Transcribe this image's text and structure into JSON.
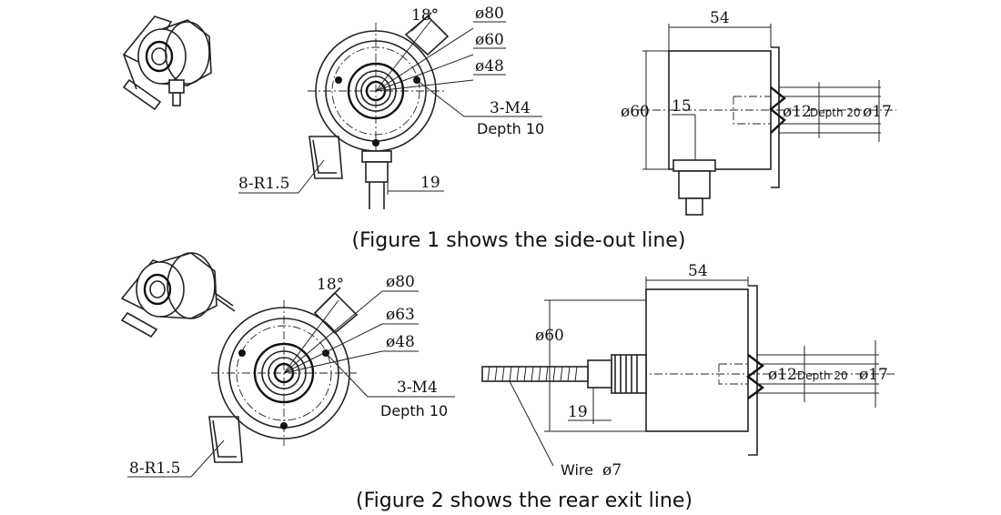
{
  "figure1": {
    "caption": "(Figure 1 shows the side-out line)",
    "angle": "18°",
    "d80": "ø80",
    "d60": "ø60",
    "d48": "ø48",
    "holes": "3-M4",
    "hole_depth": "Depth 10",
    "radius": "8-R1.5",
    "dim19": "19",
    "length": "54",
    "body_dia": "ø60",
    "dim15": "15",
    "bore": "ø12",
    "bore_depth": "Depth 20",
    "outer": "ø17"
  },
  "figure2": {
    "caption": "(Figure 2 shows the rear exit line)",
    "angle": "18°",
    "d80": "ø80",
    "d63": "ø63",
    "d48": "ø48",
    "holes": "3-M4",
    "hole_depth": "Depth 10",
    "radius": "8-R1.5",
    "dim19": "19",
    "length": "54",
    "body_dia": "ø60",
    "bore": "ø12",
    "bore_depth": "Depth 20",
    "outer": "ø17",
    "wire": "Wire",
    "wire_dia": "ø7"
  }
}
